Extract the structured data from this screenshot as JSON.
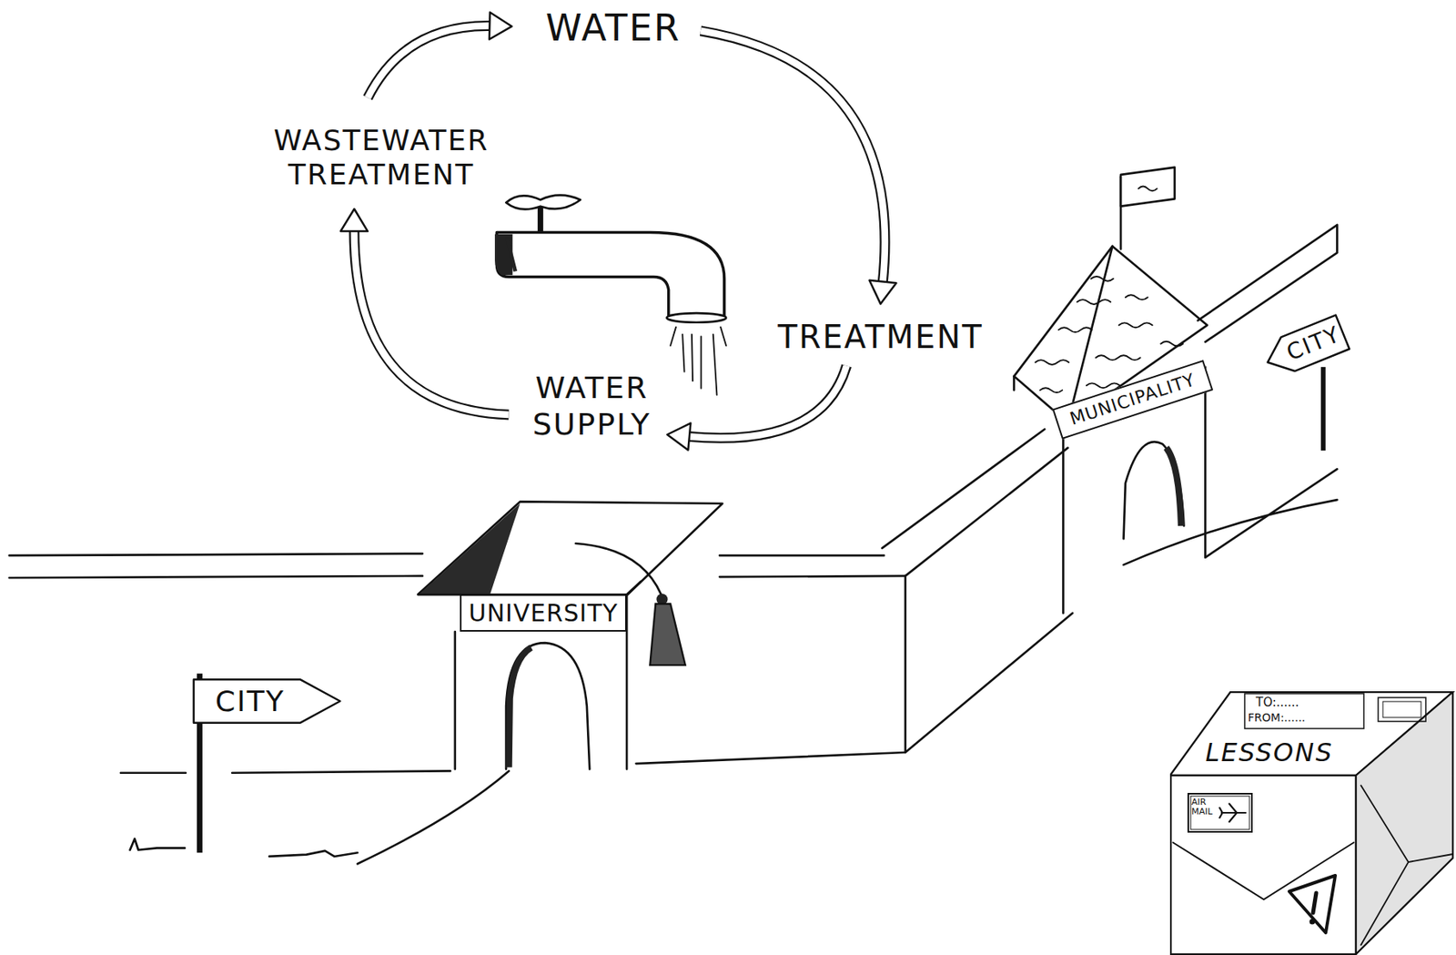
{
  "diagram": {
    "nodes": [
      {
        "text": [
          "WATER"
        ]
      },
      {
        "text": [
          "WASTEWATER TREATMENT"
        ]
      },
      {
        "text": [
          "TREATMENT"
        ]
      },
      {
        "text": [
          "WATER SUPPLY"
        ]
      },
      {
        "text": [
          "CITY"
        ]
      },
      {
        "text": [
          "MUNICIPALITY"
        ]
      },
      {
        "text": [
          "UNIVERSITY"
        ]
      },
      {
        "text": [
          "CITY"
        ]
      },
      {
        "text": [
          "TO:......",
          "FROM:......",
          "LESSONS",
          "AIR MAIL"
        ]
      }
    ],
    "edges": [
      {
        "from": 0,
        "to": 2,
        "arrow": "to"
      },
      {
        "from": 2,
        "to": 3,
        "arrow": "to"
      },
      {
        "from": 3,
        "to": 1,
        "arrow": "to"
      },
      {
        "from": 1,
        "to": 0,
        "arrow": "to"
      }
    ]
  }
}
